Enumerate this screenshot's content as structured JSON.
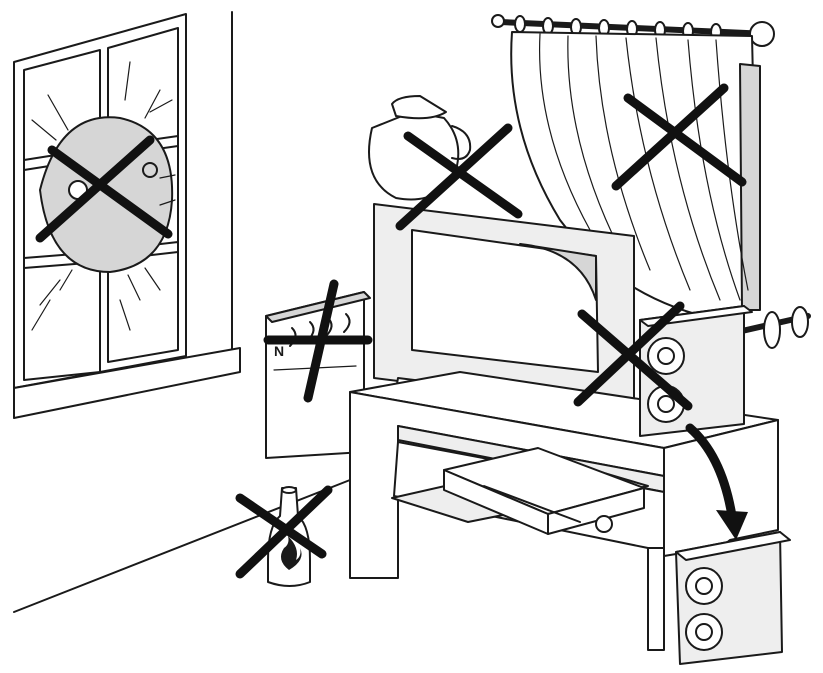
{
  "figure": {
    "colors": {
      "line": "#1a1a1a",
      "shade": "#d6d6d6",
      "light_shade": "#eeeeee",
      "background": "#ffffff",
      "prohibition_mark": "#111111"
    },
    "prohibited_hazards": [
      "direct-sunlight",
      "water-container",
      "curtain",
      "heater",
      "adjacent-speaker",
      "flammable-bottle"
    ],
    "icons": [
      "prohibition-x-icon",
      "flame-icon",
      "arrow-icon"
    ]
  }
}
